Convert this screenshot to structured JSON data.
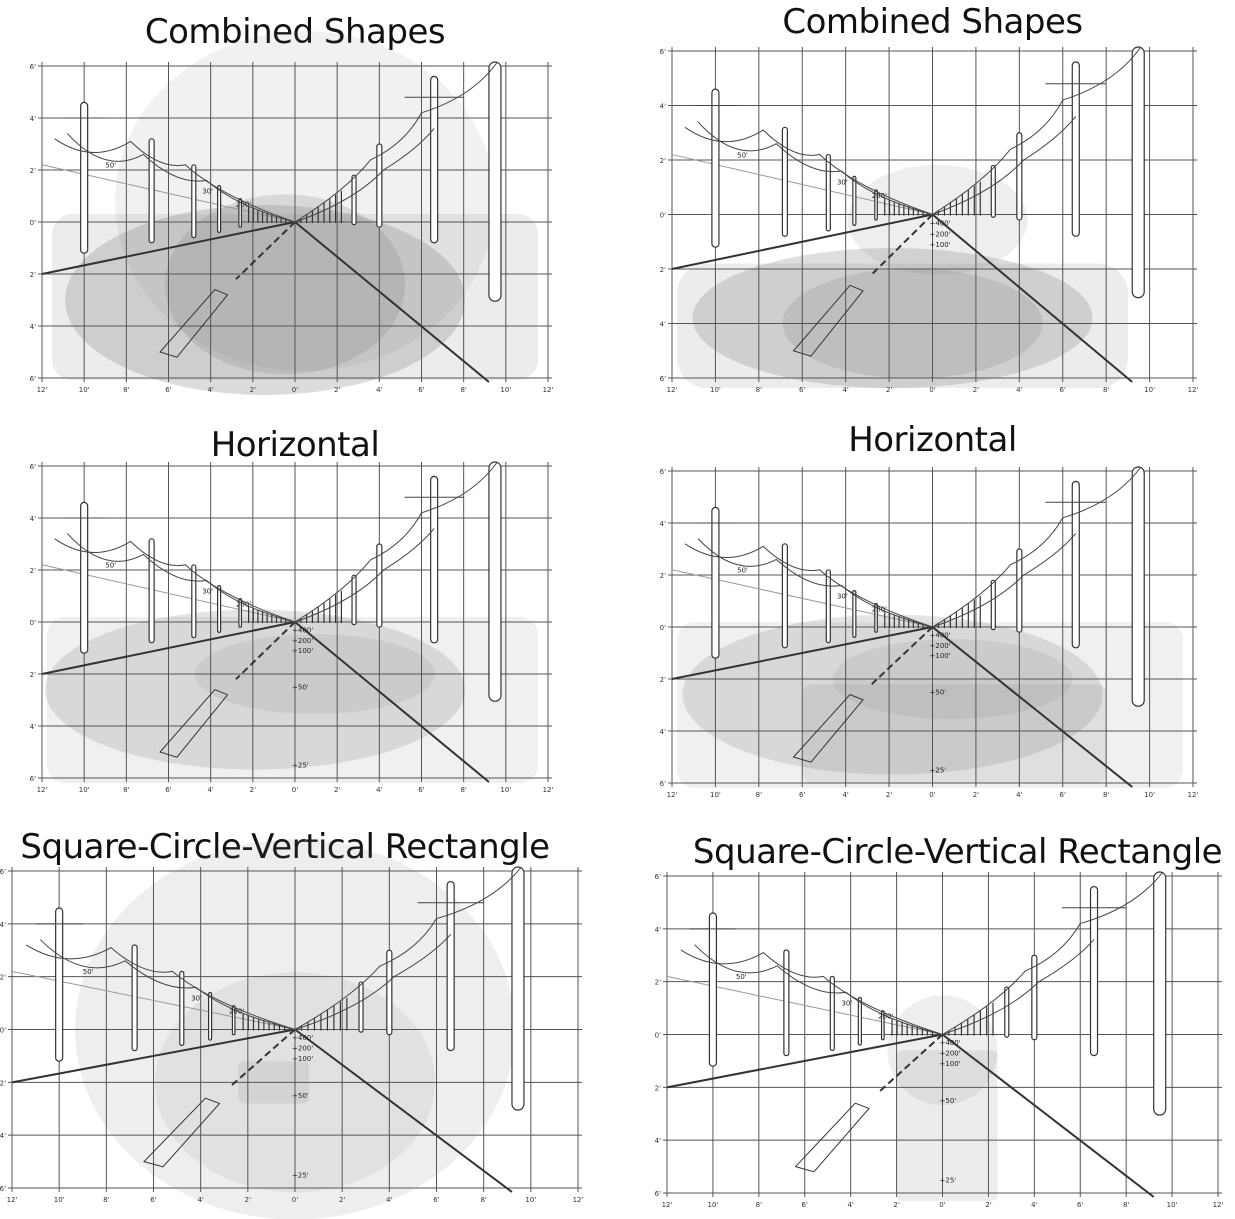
{
  "panels": [
    {
      "id": "combined-left",
      "title": "Combined Shapes",
      "variant": "combined",
      "labels": "none"
    },
    {
      "id": "combined-right",
      "title": "Combined Shapes",
      "variant": "combined",
      "labels": "near"
    },
    {
      "id": "horizontal-left",
      "title": "Horizontal",
      "variant": "horizontal",
      "labels": "full"
    },
    {
      "id": "horizontal-right",
      "title": "Horizontal",
      "variant": "horizontal",
      "labels": "full"
    },
    {
      "id": "scvr-left",
      "title": "Square-Circle-Vertical Rectangle",
      "variant": "scvr",
      "labels": "full"
    },
    {
      "id": "scvr-right",
      "title": "Square-Circle-Vertical Rectangle",
      "variant": "scvr",
      "labels": "full"
    }
  ],
  "x_ticks": [
    "12'",
    "10'",
    "8'",
    "6'",
    "4'",
    "2'",
    "0'",
    "2'",
    "4'",
    "6'",
    "8'",
    "10'",
    "12'"
  ],
  "y_ticks": [
    "6'",
    "4'",
    "2'",
    "0'",
    "2'",
    "4'",
    "6'"
  ],
  "angle_labels": [
    "50'",
    "30'",
    "200'"
  ],
  "distance_labels": [
    "400'",
    "200'",
    "100'",
    "50'",
    "25'"
  ]
}
